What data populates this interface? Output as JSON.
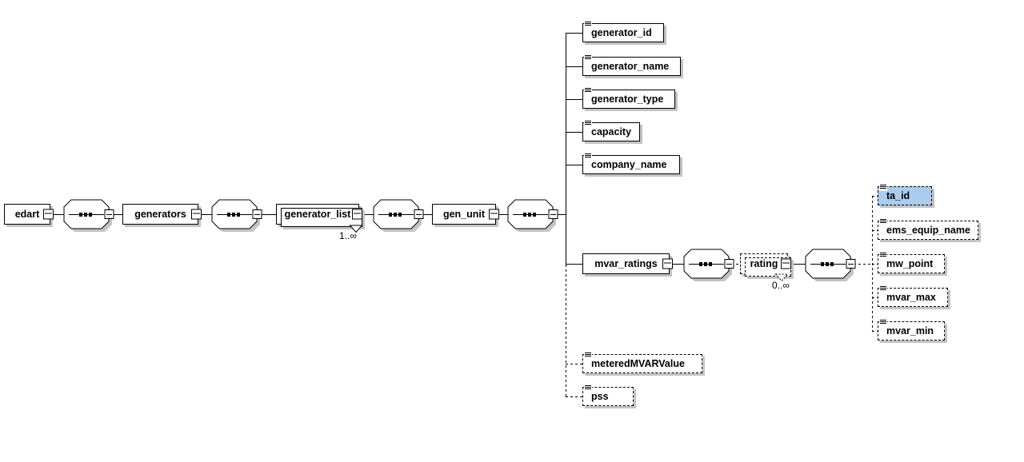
{
  "diagram_type": "xml-schema-content-model",
  "colors": {
    "background": "#FFFFFF",
    "line": "#000000",
    "shadow": "#C3C3C3",
    "selected_fill": "#AACCEE"
  },
  "nodes": {
    "edart": {
      "label": "edart"
    },
    "generators": {
      "label": "generators"
    },
    "generator_list": {
      "label": "generator_list",
      "occurrence": "1..∞"
    },
    "gen_unit": {
      "label": "gen_unit"
    },
    "generator_id": {
      "label": "generator_id"
    },
    "generator_name": {
      "label": "generator_name"
    },
    "generator_type": {
      "label": "generator_type"
    },
    "capacity": {
      "label": "capacity"
    },
    "company_name": {
      "label": "company_name"
    },
    "mvar_ratings": {
      "label": "mvar_ratings"
    },
    "rating": {
      "label": "rating",
      "occurrence": "0..∞"
    },
    "ta_id": {
      "label": "ta_id"
    },
    "ems_equip_name": {
      "label": "ems_equip_name"
    },
    "mw_point": {
      "label": "mw_point"
    },
    "mvar_max": {
      "label": "mvar_max"
    },
    "mvar_min": {
      "label": "mvar_min"
    },
    "meteredMVARValue": {
      "label": "meteredMVARValue"
    },
    "pss": {
      "label": "pss"
    }
  }
}
